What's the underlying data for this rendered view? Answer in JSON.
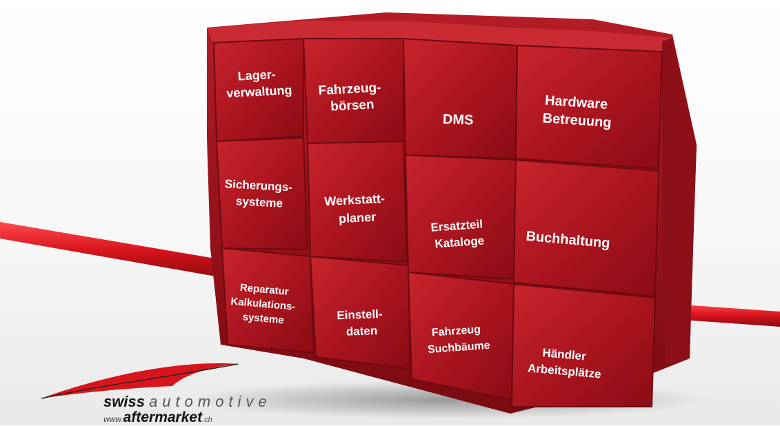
{
  "cubes": [
    {
      "id": "lagerverwaltung",
      "lines": [
        "Lager-",
        "verwaltung"
      ]
    },
    {
      "id": "fahrzeugboersen",
      "lines": [
        "Fahrzeug-",
        "börsen"
      ]
    },
    {
      "id": "dms",
      "lines": [
        "DMS"
      ]
    },
    {
      "id": "hardware-betreuung",
      "lines": [
        "Hardware",
        "Betreuung"
      ]
    },
    {
      "id": "sicherungssysteme",
      "lines": [
        "Sicherungs-",
        "systeme"
      ]
    },
    {
      "id": "werkstattplaner",
      "lines": [
        "Werkstatt-",
        "planer"
      ]
    },
    {
      "id": "ersatzteil-kataloge",
      "lines": [
        "Ersatzteil",
        "Kataloge"
      ]
    },
    {
      "id": "buchhaltung",
      "lines": [
        "Buchhaltung"
      ]
    },
    {
      "id": "reparatur-kalkulationssysteme",
      "lines": [
        "Reparatur",
        "Kalkulations-",
        "systeme"
      ]
    },
    {
      "id": "einstelldaten",
      "lines": [
        "Einstell-",
        "daten"
      ]
    },
    {
      "id": "fahrzeug-suchbaeume",
      "lines": [
        "Fahrzeug",
        "Suchbäume"
      ]
    },
    {
      "id": "haendler-arbeitsplaetze",
      "lines": [
        "Händler",
        "Arbeitsplätze"
      ]
    }
  ],
  "logo": {
    "word1": "swiss",
    "word2": "automotive",
    "prefix": "www.",
    "word3": "aftermarket",
    "suffix": ".ch"
  },
  "colors": {
    "cube_face": "#b01a24",
    "cube_dark": "#7d0d14",
    "cable": "#d8141c",
    "label": "#ffffff"
  }
}
